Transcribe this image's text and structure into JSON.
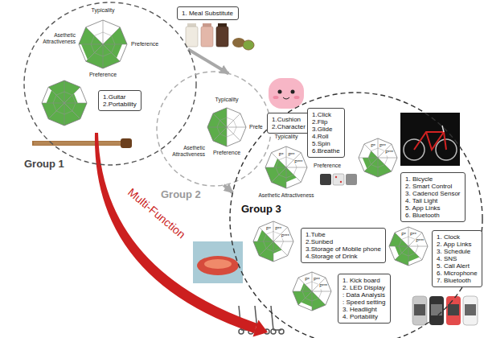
{
  "diagram": {
    "nodes": [
      {
        "text": [
          "Group 1"
        ]
      },
      {
        "text": [
          "1. Meal Substitute"
        ],
        "in": 0
      },
      {
        "text": [
          "1.Guitar",
          "2.Portability"
        ],
        "in": 0
      },
      {
        "text": [
          "Group 2"
        ]
      },
      {
        "text": [
          "1.Cushion",
          "2.Character"
        ],
        "in": 3
      },
      {
        "text": [
          "Group 3"
        ]
      },
      {
        "text": [
          "1.Click",
          "2.Flip",
          "3.Glide",
          "4.Roll",
          "5.Spin",
          "6.Breathe"
        ],
        "in": 5
      },
      {
        "text": [
          "1. Bicycle",
          "2. Smart Control",
          "3. Cadencd Sensor",
          "4. Tail Light",
          "5. App Links",
          "6. Bluetooth"
        ],
        "in": 5
      },
      {
        "text": [
          "1.Tube",
          "2.Sunbed",
          "3.Storage of Mobile phone",
          "4.Storage of Drink"
        ],
        "in": 5
      },
      {
        "text": [
          "1. Clock",
          "2. App Links",
          "3. Schedule",
          "4. SNS",
          "5. Call Alert",
          "6. Microphone",
          "7. Bluetooth"
        ],
        "in": 5
      },
      {
        "text": [
          "1. Kick board",
          "2. LED Display",
          ": Data Analysis",
          ": Speed setting",
          "3. Headlight",
          "4. Portability"
        ],
        "in": 5
      }
    ],
    "edges": [
      {
        "from": 0,
        "to": 3,
        "arrow": "to"
      },
      {
        "from": 3,
        "to": 5,
        "arrow": "to"
      }
    ],
    "labels": [
      "Typicality",
      "Asethetic Attractiveness",
      "Preference",
      "Preference",
      "Typicality",
      "Asethetic Attractiveness",
      "Prefe",
      "Preference",
      "Multi-Function",
      "Typicality",
      "Asethetic Attractiveness",
      "Preference",
      "P*",
      "P**",
      "P***",
      "P*",
      "P**",
      "P***",
      "P*",
      "P**",
      "P***",
      "P*",
      "P**",
      "P***",
      "P*",
      "P**",
      "P***"
    ]
  }
}
